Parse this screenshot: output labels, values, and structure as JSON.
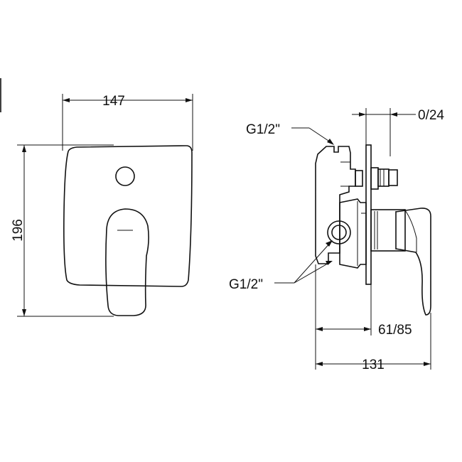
{
  "front_view": {
    "width_label": "147",
    "height_label": "196",
    "logo_text": "",
    "logo_subtext": ""
  },
  "side_view": {
    "top_connection_label": "G1/2\"",
    "bottom_connection_label": "G1/2\"",
    "adjust_label": "0/24",
    "depth_label": "61/85",
    "total_depth_label": "131"
  },
  "colors": {
    "stroke": "#111111",
    "background": "#ffffff"
  }
}
